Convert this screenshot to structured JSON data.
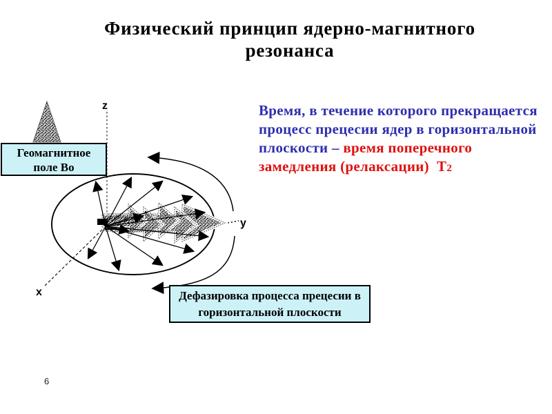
{
  "slide": {
    "title_line1": "Физический принцип ядерно-магнитного",
    "title_line2": "резонанса",
    "page_number": "6"
  },
  "right_text": {
    "line1_blue": "Время, в течение которого прекращается",
    "line2_blue": "процесс прецесии ядер в горизонтальной",
    "line3_blue": "плоскости – ",
    "line3_red": "время поперечного",
    "line4_red": "замедления (релаксации)  Т",
    "t2_subscript": "2",
    "blue_color": "#2e2eb0",
    "red_color": "#e01010"
  },
  "labels": {
    "geomagnetic_line1": "Геомагнитное",
    "geomagnetic_line2": "поле Во",
    "dephasing_line1": "Дефазировка процесса прецесии в",
    "dephasing_line2": "горизонтальной плоскости",
    "box_fill": "#ccf2f7",
    "axis_z": "z",
    "axis_y": "y",
    "axis_x": "x"
  }
}
